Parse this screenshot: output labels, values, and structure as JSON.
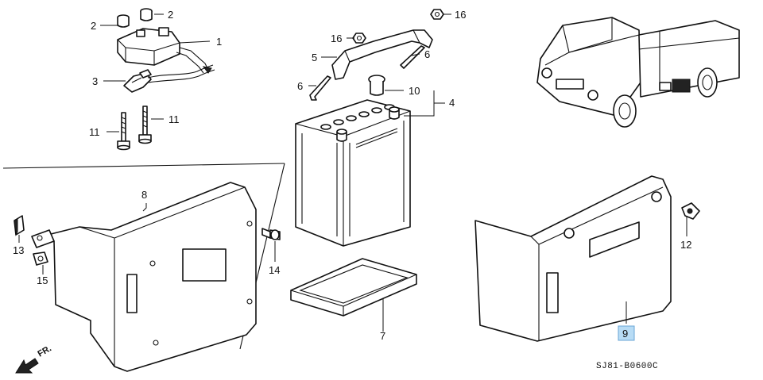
{
  "diagram_code": "SJ81-B0600C",
  "direction_marker": "FR.",
  "highlighted_callout": "9",
  "callouts": [
    {
      "id": "c1",
      "text": "1"
    },
    {
      "id": "c2a",
      "text": "2"
    },
    {
      "id": "c2b",
      "text": "2"
    },
    {
      "id": "c3",
      "text": "3"
    },
    {
      "id": "c4",
      "text": "4"
    },
    {
      "id": "c5",
      "text": "5"
    },
    {
      "id": "c6a",
      "text": "6"
    },
    {
      "id": "c6b",
      "text": "6"
    },
    {
      "id": "c7",
      "text": "7"
    },
    {
      "id": "c8",
      "text": "8"
    },
    {
      "id": "c9",
      "text": "9"
    },
    {
      "id": "c10",
      "text": "10"
    },
    {
      "id": "c11a",
      "text": "11"
    },
    {
      "id": "c11b",
      "text": "11"
    },
    {
      "id": "c12",
      "text": "12"
    },
    {
      "id": "c13",
      "text": "13"
    },
    {
      "id": "c14",
      "text": "14"
    },
    {
      "id": "c15",
      "text": "15"
    },
    {
      "id": "c16a",
      "text": "16"
    },
    {
      "id": "c16b",
      "text": "16"
    }
  ]
}
